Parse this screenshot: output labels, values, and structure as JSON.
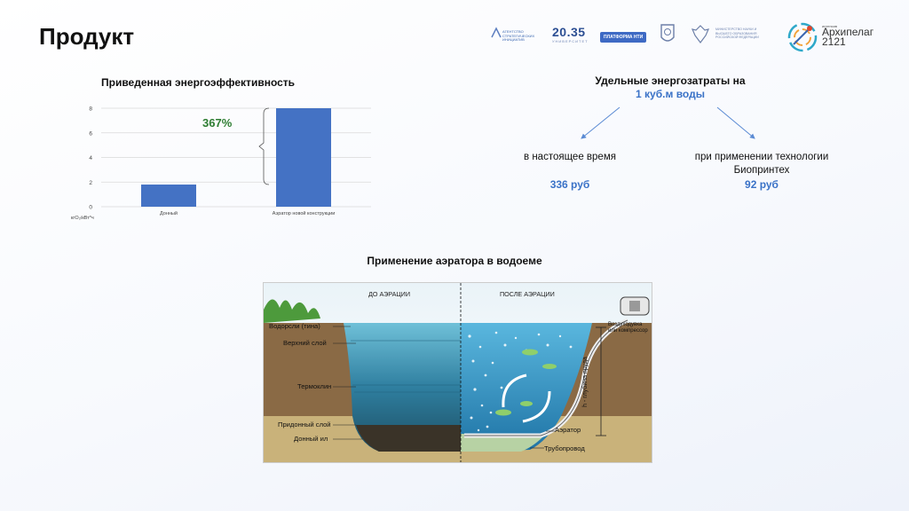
{
  "page": {
    "title": "Продукт"
  },
  "logos": {
    "asi": "АГЕНТСТВО СТРАТЕГИЧЕСКИХ ИНИЦИАТИВ",
    "u2035_big": "20.35",
    "u2035_small": "УНИВЕРСИТЕТ",
    "nti": "ПЛАТФОРМА НТИ",
    "ministry": "МИНИСТЕРСТВО НАУКИ И ВЫСШЕГО ОБРАЗОВАНИЯ РОССИЙСКОЙ ФЕДЕРАЦИИ",
    "archipelago_small": "интенсив",
    "archipelago_name": "Архипелаг 2121"
  },
  "colors": {
    "bar": "#4472c4",
    "percent": "#2e7d32",
    "accent_blue": "#3a72c7",
    "arrow": "#5b8bd4"
  },
  "chart_data": {
    "type": "bar",
    "title": "Приведенная энергоэффективность",
    "categories": [
      "Донный",
      "Аэратор новой конструкции"
    ],
    "values": [
      1.8,
      8
    ],
    "ylabel": "кгО₂/кВт*ч",
    "ylim": [
      0,
      8
    ],
    "yticks": [
      "0",
      "2",
      "4",
      "6",
      "8"
    ],
    "grid": true,
    "annotation": "367%"
  },
  "energy": {
    "title_line1": "Удельные энергозатраты на",
    "title_line2": "1 куб.м воды",
    "current_label": "в настоящее время",
    "current_value": "336 руб",
    "future_label_line1": "при применении технологии",
    "future_label_line2": "Биопринтех",
    "future_value": "92 руб"
  },
  "diagram": {
    "title": "Применение аэратора в водоеме",
    "before_label": "ДО АЭРАЦИИ",
    "after_label": "ПОСЛЕ АЭРАЦИИ",
    "layer_algae": "Водорсли (тина)",
    "layer_top": "Верхний слой",
    "layer_thermocline": "Термоклин",
    "layer_bottom": "Придонный слой",
    "layer_silt": "Донный ил",
    "aerator": "Аэратор",
    "pipeline": "Трубопровод",
    "blower_line1": "Воздуходувка",
    "blower_line2": "или компрессор",
    "depth": "h - глубина пруда"
  }
}
